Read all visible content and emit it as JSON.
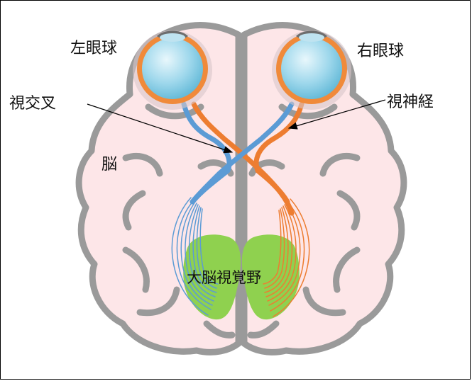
{
  "labels": {
    "left_eyeball": "左眼球",
    "right_eyeball": "右眼球",
    "optic_chiasm": "視交叉",
    "optic_nerve": "視神経",
    "brain": "脳",
    "visual_cortex": "大脳視覚野"
  },
  "colors": {
    "brain_fill": "#fde6e8",
    "brain_outline": "#9a9a9a",
    "left_pathway": "#5b9bd5",
    "right_pathway": "#ed7d31",
    "visual_cortex": "#8fd14f",
    "eye_sclera": "#f08a3a",
    "eye_iris": "#7ccbe6",
    "text": "#111111"
  }
}
